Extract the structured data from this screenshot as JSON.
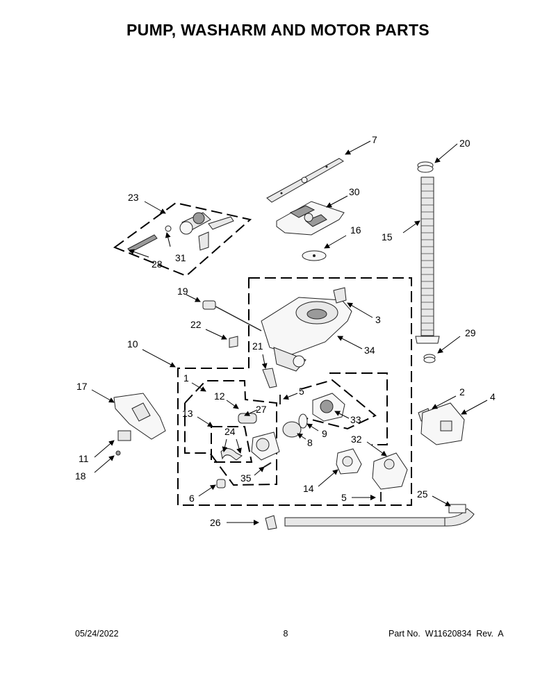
{
  "title": "PUMP, WASHARM AND MOTOR PARTS",
  "footer": {
    "date": "05/24/2022",
    "page": "8",
    "part_no": "Part No.  W11620834  Rev.  A"
  },
  "callouts": {
    "c1": "1",
    "c2": "2",
    "c3": "3",
    "c4": "4",
    "c5a": "5",
    "c5b": "5",
    "c6": "6",
    "c7": "7",
    "c8": "8",
    "c9": "9",
    "c10": "10",
    "c11": "11",
    "c12": "12",
    "c13": "13",
    "c14": "14",
    "c15": "15",
    "c16": "16",
    "c17": "17",
    "c18": "18",
    "c19": "19",
    "c20": "20",
    "c21": "21",
    "c22": "22",
    "c23": "23",
    "c24": "24",
    "c25": "25",
    "c26": "26",
    "c27": "27",
    "c28": "28",
    "c29": "29",
    "c30": "30",
    "c31": "31",
    "c32": "32",
    "c33": "33",
    "c34": "34",
    "c35": "35"
  }
}
